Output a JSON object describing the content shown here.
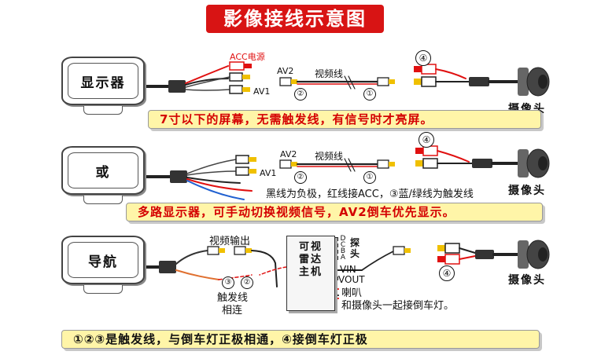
{
  "title": "影像接线示意图",
  "section1": {
    "monitor_label": "显示器",
    "acc_label": "ACC电源",
    "av2_label": "AV2",
    "av1_label": "AV1",
    "cable_label": "视频线",
    "mark2": "②",
    "mark1": "①",
    "mark4": "④",
    "camera_label": "摄像头",
    "note": "7寸以下的屏幕，无需触发线，有信号时才亮屏。"
  },
  "section2": {
    "monitor_label": "或",
    "av2_label": "AV2",
    "av1_label": "AV1",
    "cable_label": "视频线",
    "mark2": "②",
    "mark1": "①",
    "mark4": "④",
    "camera_label": "摄像头",
    "wire_note": "黑线为负极，红线接ACC，③蓝/绿线为触发线",
    "note": "多路显示器，可手动切换视频信号，AV2倒车优先显示。"
  },
  "section3": {
    "monitor_label": "导航",
    "video_out_label": "视频输出",
    "mark3": "③",
    "mark2": "②",
    "trigger_label_1": "触发线",
    "trigger_label_2": "相连",
    "radar_host_label": "可视雷达主机",
    "port_d": "D",
    "port_c": "C",
    "port_b": "B",
    "port_a": "A",
    "probe_label": "探头",
    "vin_label": "VIN",
    "vout_label": "VOUT",
    "horn_label": "喇叭",
    "reverse_light_label": "和摄像头一起接倒车灯。",
    "mark4": "④",
    "camera_label": "摄像头"
  },
  "footer": {
    "note": "①②③是触发线，与倒车灯正极相通，④接倒车灯正极"
  }
}
